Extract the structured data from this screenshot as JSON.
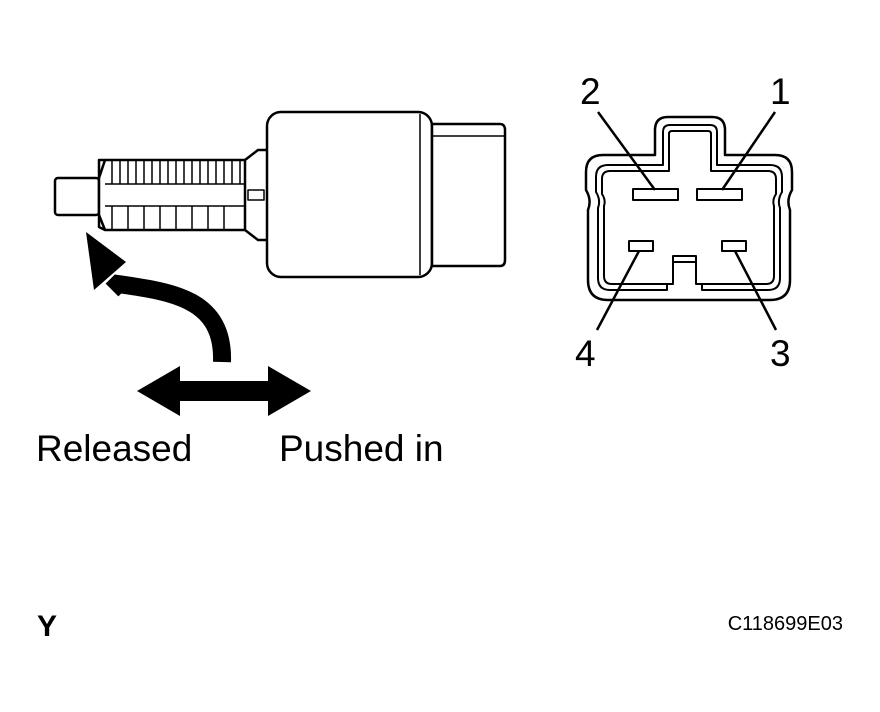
{
  "labels": {
    "released": "Released",
    "pushed_in": "Pushed in",
    "corner_letter": "Y",
    "figure_code": "C118699E03"
  },
  "connector": {
    "pins": [
      "1",
      "2",
      "3",
      "4"
    ]
  },
  "colors": {
    "ink": "#000000",
    "paper": "#ffffff"
  }
}
